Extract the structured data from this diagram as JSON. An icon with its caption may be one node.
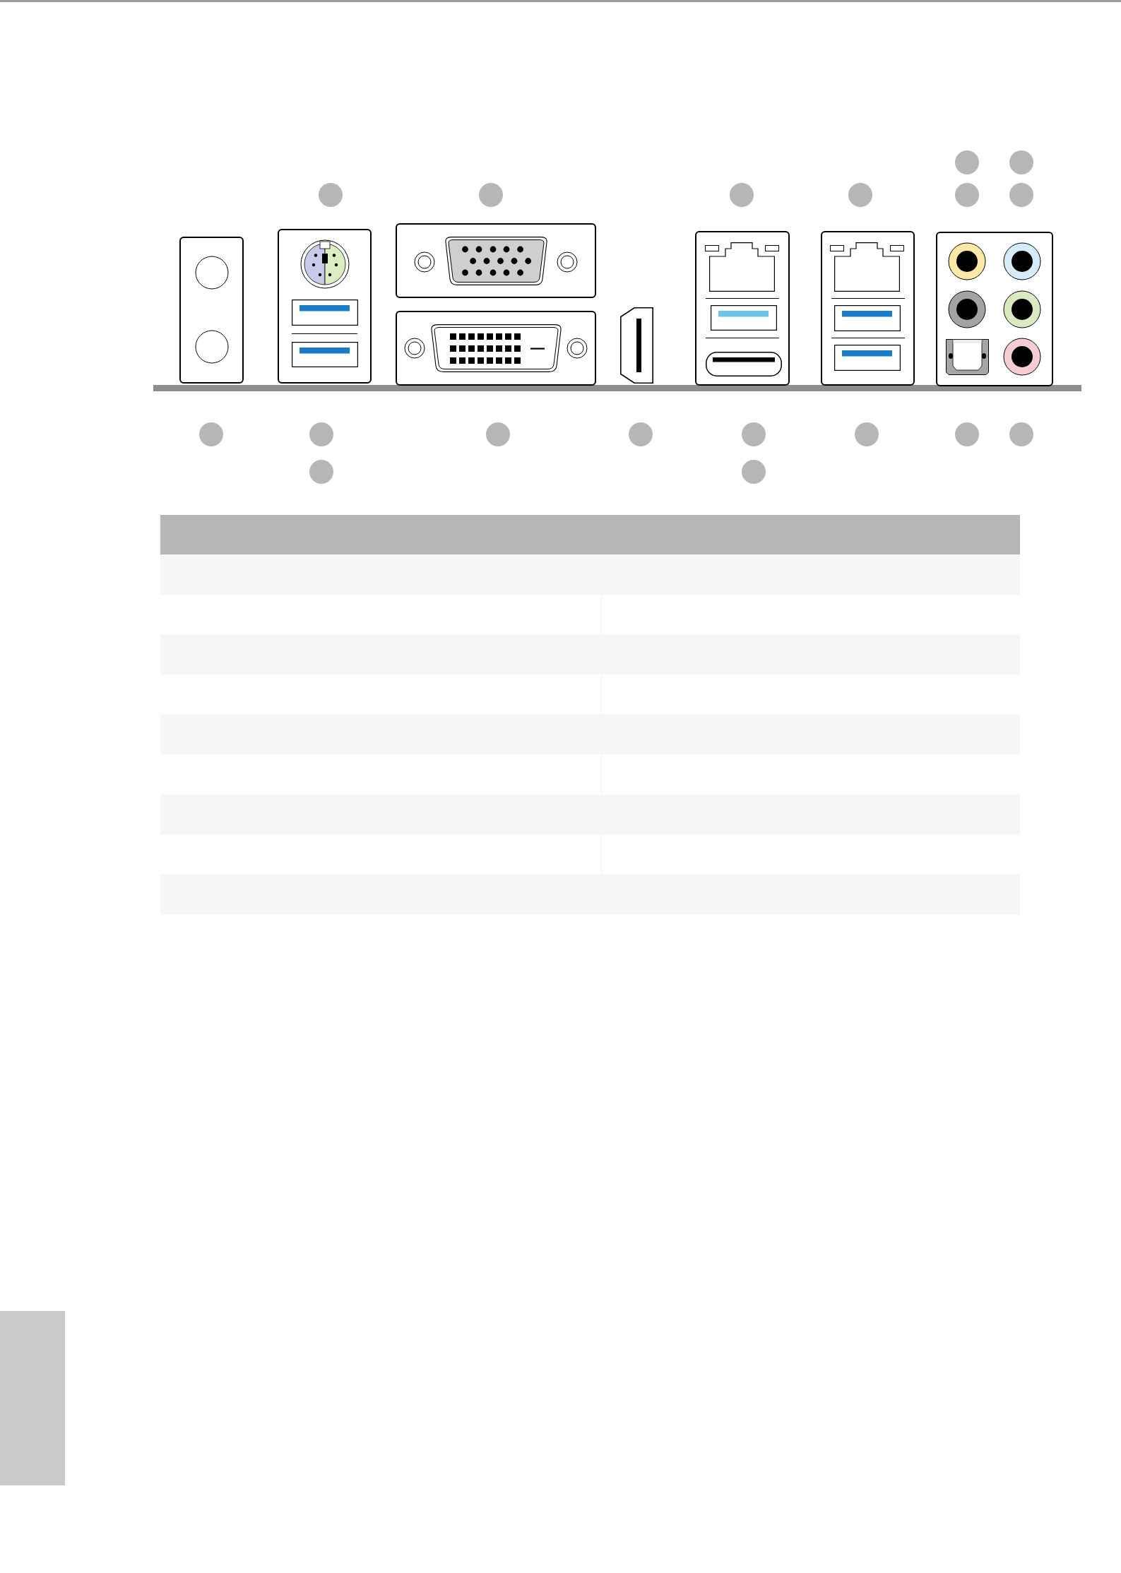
{
  "diagram": {
    "nodes": [
      {
        "text": [],
        "shape": "circle"
      },
      {
        "text": [],
        "shape": "circle"
      },
      {
        "text": [],
        "shape": "circle"
      },
      {
        "text": [],
        "shape": "circle"
      },
      {
        "text": [],
        "shape": "circle"
      },
      {
        "text": [],
        "shape": "circle"
      },
      {
        "text": [],
        "shape": "circle"
      },
      {
        "text": [],
        "shape": "circle"
      },
      {
        "text": [],
        "shape": "box"
      },
      {
        "text": [],
        "shape": "box"
      },
      {
        "text": [],
        "shape": "box"
      },
      {
        "text": [],
        "shape": "box"
      },
      {
        "text": [],
        "shape": "picture"
      },
      {
        "text": [],
        "shape": "box"
      },
      {
        "text": [],
        "shape": "box"
      },
      {
        "text": [],
        "shape": "box"
      },
      {
        "text": [],
        "shape": "circle"
      },
      {
        "text": [],
        "shape": "circle"
      },
      {
        "text": [],
        "shape": "circle"
      },
      {
        "text": [],
        "shape": "circle"
      },
      {
        "text": [],
        "shape": "circle"
      },
      {
        "text": [],
        "shape": "circle"
      },
      {
        "text": [],
        "shape": "circle"
      },
      {
        "text": [],
        "shape": "circle"
      },
      {
        "text": [],
        "shape": "circle"
      },
      {
        "text": [],
        "shape": "circle"
      },
      {
        "text": [],
        "shape": "bar"
      }
    ]
  }
}
